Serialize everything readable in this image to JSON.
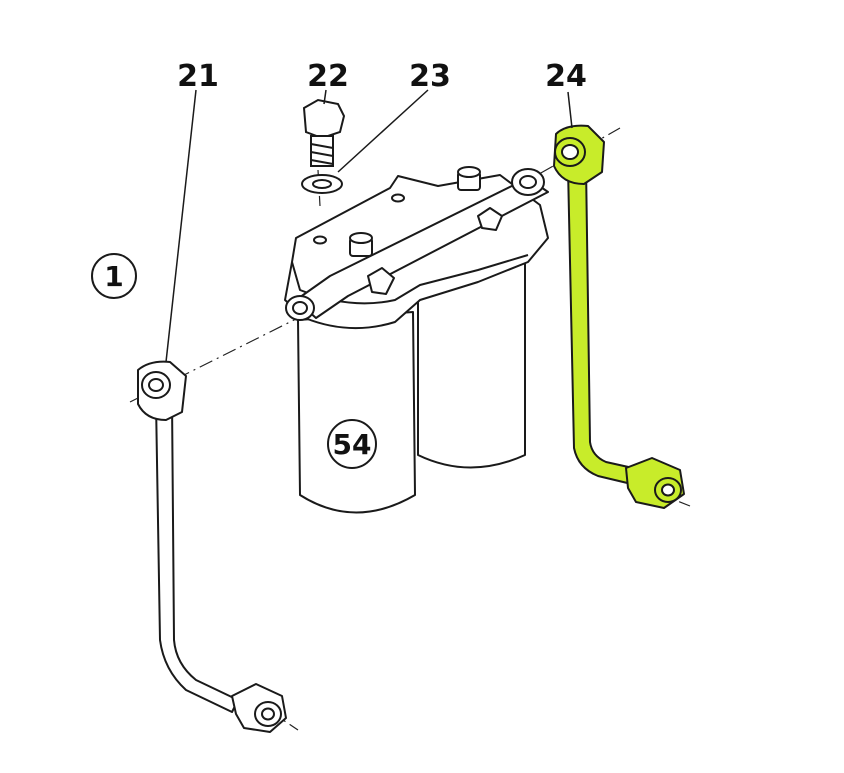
{
  "diagram": {
    "view_ref": "1",
    "callouts": {
      "pipe_left": "21",
      "banjo_bolt": "22",
      "washer": "23",
      "pipe_right": "24"
    },
    "filter_ref": "54",
    "colors": {
      "line": "#1a1a1a",
      "highlight": "#c8ec2a",
      "background": "#ffffff"
    }
  }
}
